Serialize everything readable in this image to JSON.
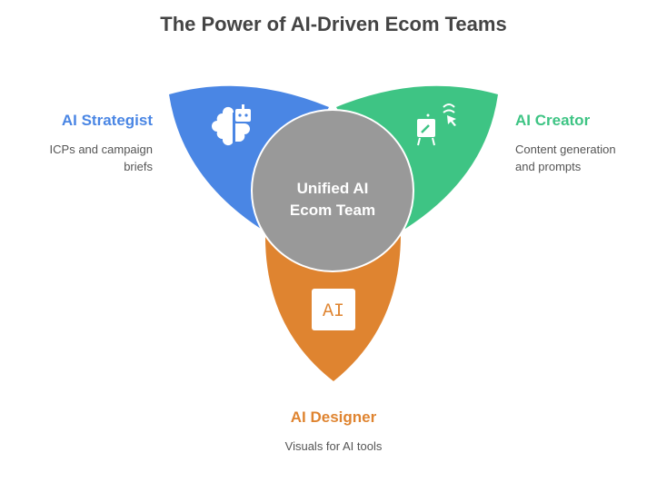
{
  "title": "The Power of AI-Driven Ecom Teams",
  "center": {
    "label_line1": "Unified AI",
    "label_line2": "Ecom Team"
  },
  "segments": [
    {
      "title": "AI Strategist",
      "description_line1": "ICPs and campaign",
      "description_line2": "briefs",
      "icon": "brain-robot-icon",
      "color": "#4a86e4"
    },
    {
      "title": "AI Creator",
      "description_line1": "Content generation",
      "description_line2": "and prompts",
      "icon": "easel-cursor-icon",
      "color": "#3ec484"
    },
    {
      "title": "AI Designer",
      "description_line1": "Visuals for AI tools",
      "icon": "ai-badge-icon",
      "icon_text": "AI",
      "color": "#df8430"
    }
  ]
}
